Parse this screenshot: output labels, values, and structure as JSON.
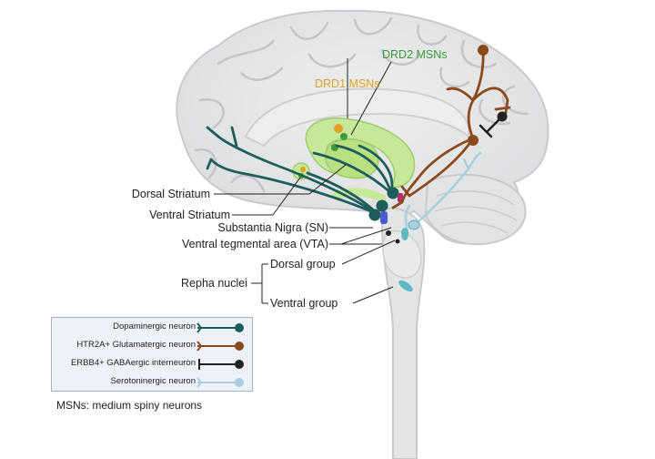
{
  "labels": {
    "drd2": "DRD2 MSNs",
    "drd1": "DRD1 MSNs",
    "dorsal_striatum": "Dorsal Striatum",
    "ventral_striatum": "Ventral Striatum",
    "substantia_nigra": "Substantia Nigra (SN)",
    "vta": "Ventral tegmental area (VTA)",
    "dorsal_group": "Dorsal group",
    "repha_nuclei": "Repha nuclei",
    "ventral_group": "Ventral group"
  },
  "legend": [
    {
      "label": "Dopaminergic neuron",
      "color": "#1e5e5a",
      "terminal": "arrow"
    },
    {
      "label": "HTR2A+ Glutamatergic neuron",
      "color": "#8b4a1c",
      "terminal": "arrow"
    },
    {
      "label": "ERBB4+ GABAergic interneuron",
      "color": "#222222",
      "terminal": "tbar"
    },
    {
      "label": "Serotoninergic neuron",
      "color": "#a8d0dc",
      "terminal": "arrow"
    }
  ],
  "footnote": "MSNs: medium spiny neurons",
  "colors": {
    "dopaminergic": "#1e5e5a",
    "glutamatergic": "#8b4a1c",
    "gabaergic": "#222222",
    "serotoninergic": "#a8d0dc",
    "striatum": "#c7e89a",
    "drd1": "#e0a020",
    "drd2": "#3a9a3a",
    "brain": "#e4e5e7"
  }
}
